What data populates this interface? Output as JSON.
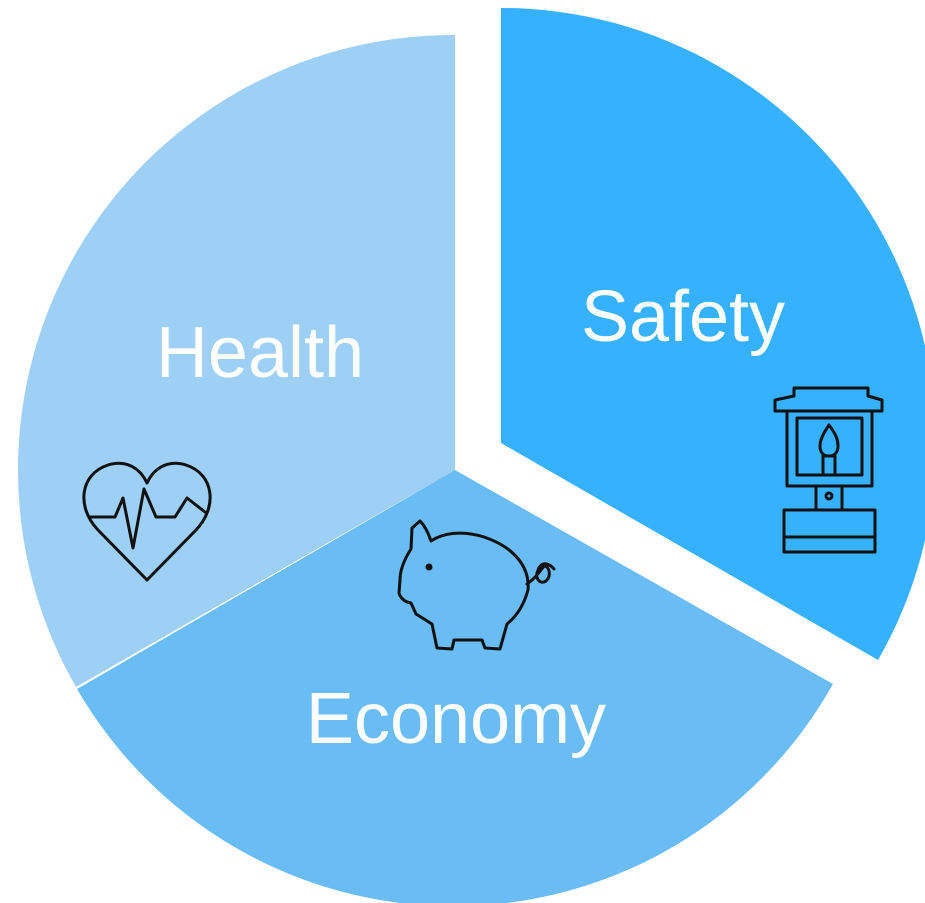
{
  "segments": [
    {
      "id": "health",
      "label": "Health",
      "icon": "heart-pulse-icon",
      "color": "#9ecff4"
    },
    {
      "id": "economy",
      "label": "Economy",
      "icon": "piggy-bank-icon",
      "color": "#6abcf5"
    },
    {
      "id": "safety",
      "label": "Safety",
      "icon": "lantern-icon",
      "color": "#36b1fd"
    }
  ],
  "background": "#ffffff"
}
